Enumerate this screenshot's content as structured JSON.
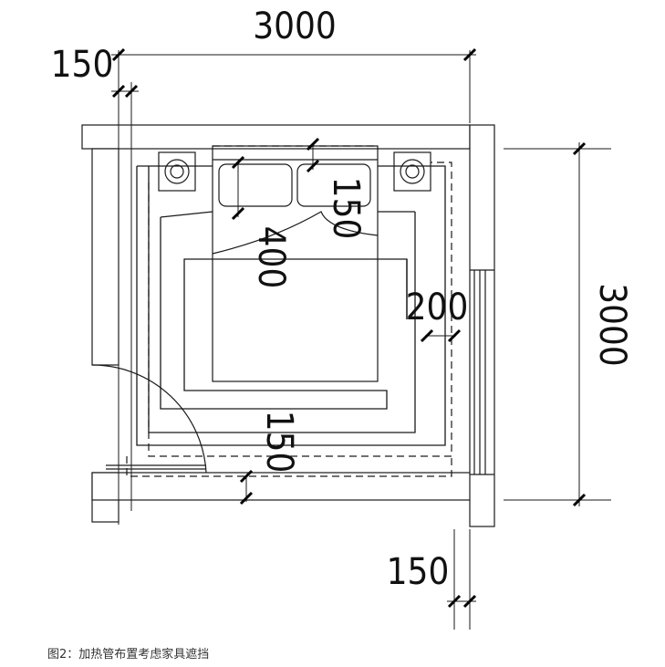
{
  "dimensions": {
    "top_total": "3000",
    "top_left_offset": "150",
    "right_total": "3000",
    "bottom_offset": "150",
    "pipe_spacing_top": "150",
    "bed_distance": "400",
    "wall_gap": "200",
    "pipe_spacing_bottom": "150"
  },
  "caption": "图2：加热管布置考虑家具遮挡",
  "colors": {
    "line": "#1a1a1a",
    "tick": "#000000",
    "background": "#ffffff"
  }
}
